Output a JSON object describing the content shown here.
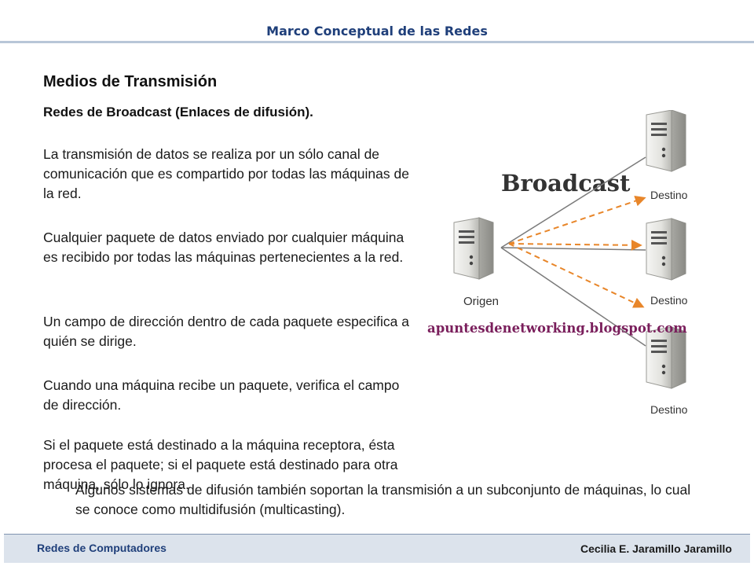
{
  "header": {
    "title": "Marco Conceptual de las Redes"
  },
  "slide": {
    "heading": "Medios de Transmisión",
    "subheading": "Redes de Broadcast (Enlaces de difusión).",
    "paragraphs": [
      "La transmisión de datos se realiza por un sólo canal de comunicación que es compartido por todas las máquinas de la red.",
      "Cualquier paquete de datos enviado por cualquier máquina es recibido por todas las máquinas pertenecientes a la red.",
      "Un campo de dirección dentro de cada paquete especifica a quién se dirige.",
      "Cuando una máquina recibe un paquete, verifica el campo de dirección.",
      "Si el paquete está destinado a la máquina receptora, ésta procesa el paquete; si el paquete está destinado para otra máquina, sólo lo ignora."
    ],
    "note": "Algunos sistemas de difusión también soportan la transmisión a un subconjunto de máquinas, lo cual se conoce como multidifusión (multicasting)."
  },
  "diagram": {
    "title": "Broadcast",
    "source_label": "Origen",
    "destination_labels": [
      "Destino",
      "Destino",
      "Destino"
    ],
    "watermark": "apuntesdenetworking.blogspot.com",
    "arrow_color": "#e8862a",
    "line_color": "#7a7a7a",
    "watermark_color": "#7a1f5c"
  },
  "footer": {
    "left": "Redes de Computadores",
    "right": "Cecilia E. Jaramillo Jaramillo"
  }
}
